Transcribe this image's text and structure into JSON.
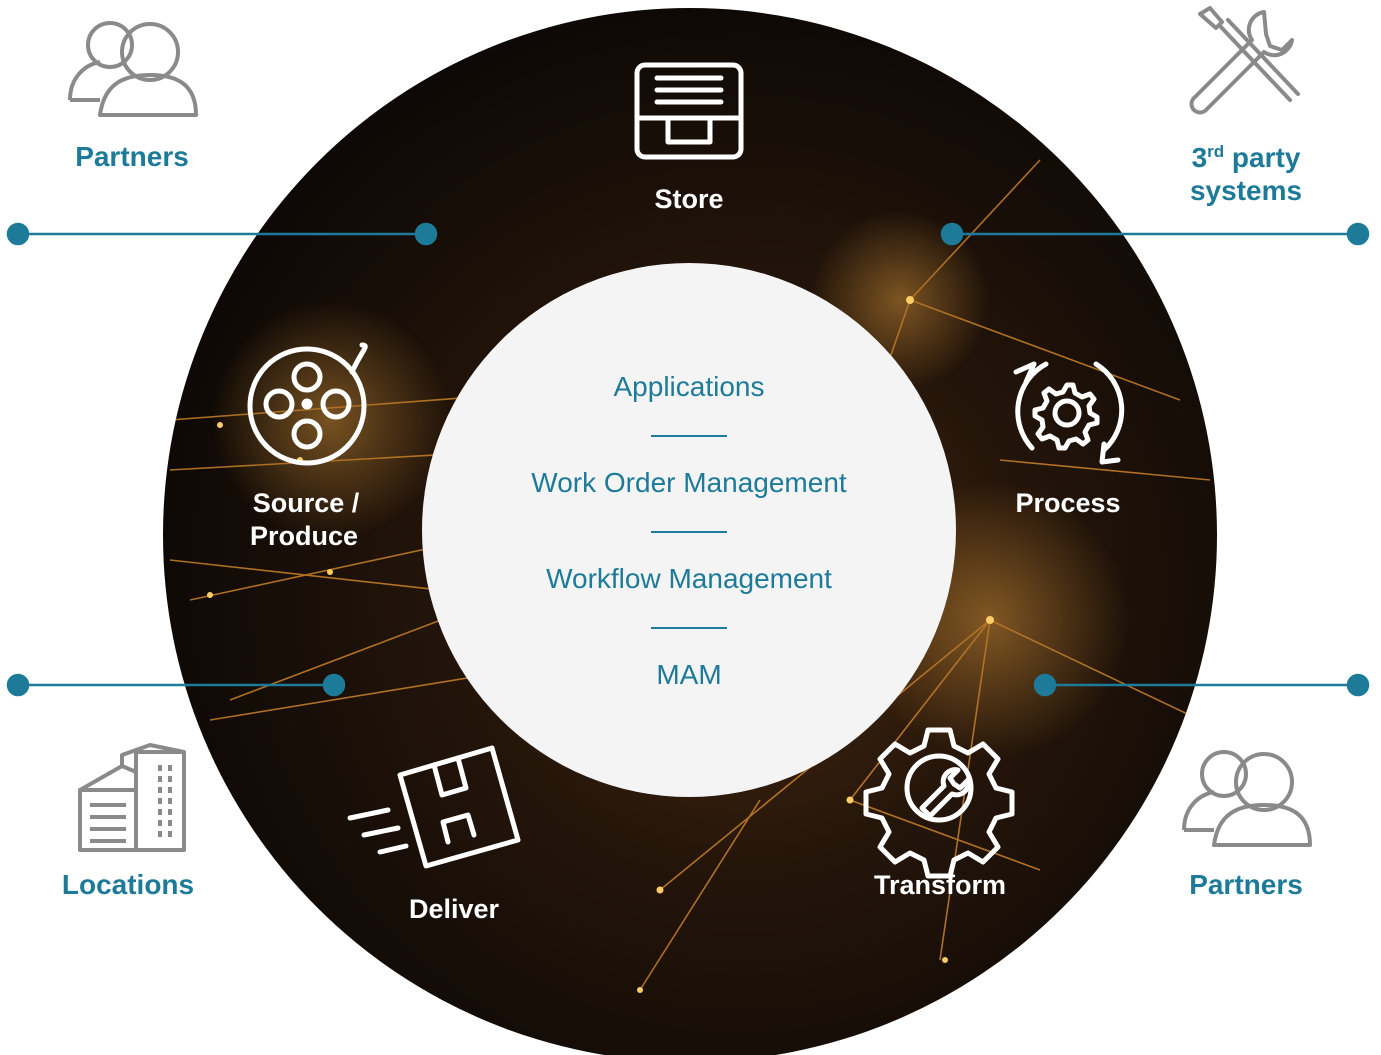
{
  "colors": {
    "teal": "#1d7a99",
    "ring_dark": "#0f0a07",
    "glow": "#d98a2b",
    "center_fill": "#f4f4f4",
    "outer_icon": "#8a8a8a",
    "white": "#ffffff"
  },
  "center": {
    "items": [
      "Applications",
      "Work Order Management",
      "Workflow Management",
      "MAM"
    ]
  },
  "ring_segments": {
    "store": {
      "label": "Store",
      "icon": "file-drawer-icon"
    },
    "process": {
      "label": "Process",
      "icon": "rotating-gear-icon"
    },
    "transform": {
      "label": "Transform",
      "icon": "gear-wrench-icon"
    },
    "deliver": {
      "label": "Deliver",
      "icon": "moving-box-icon"
    },
    "source": {
      "line1": "Source /",
      "line2": "Produce",
      "icon": "film-reel-icon"
    }
  },
  "outer": {
    "partners_top_left": {
      "label": "Partners",
      "icon": "people-icon"
    },
    "third_party": {
      "line1_main": "3",
      "line1_sup": "rd",
      "line1_rest": " party",
      "line2": "systems",
      "icon": "tools-icon"
    },
    "locations": {
      "label": "Locations",
      "icon": "building-icon"
    },
    "partners_bottom_right": {
      "label": "Partners",
      "icon": "people-icon"
    }
  }
}
